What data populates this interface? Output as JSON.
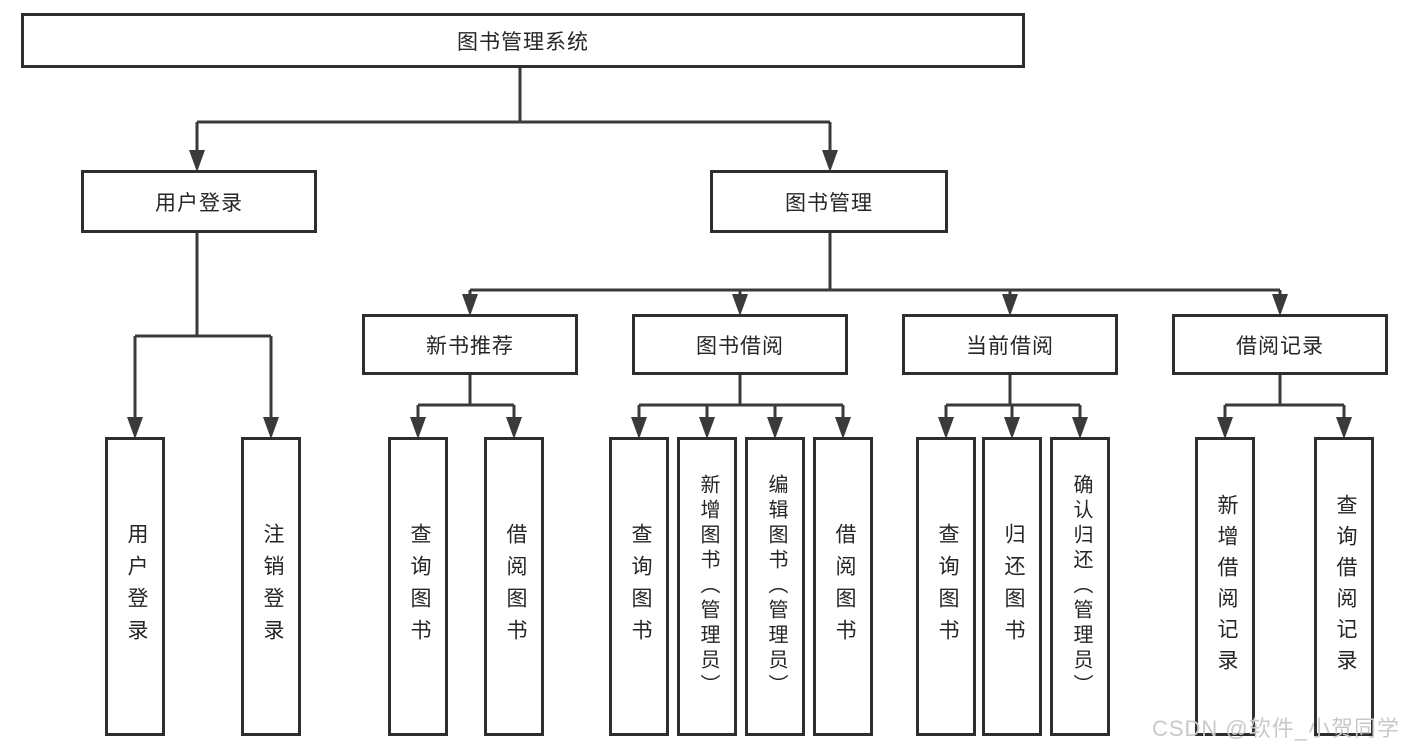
{
  "diagram": {
    "root": {
      "label": "图书管理系统"
    },
    "branches": [
      {
        "label": "用户登录",
        "children": [
          {
            "label": "用户登录"
          },
          {
            "label": "注销登录"
          }
        ]
      },
      {
        "label": "图书管理",
        "children": [
          {
            "label": "新书推荐",
            "children": [
              {
                "label": "查询图书"
              },
              {
                "label": "借阅图书"
              }
            ]
          },
          {
            "label": "图书借阅",
            "children": [
              {
                "label": "查询图书"
              },
              {
                "label": "新增图书（管理员）"
              },
              {
                "label": "编辑图书（管理员）"
              },
              {
                "label": "借阅图书"
              }
            ]
          },
          {
            "label": "当前借阅",
            "children": [
              {
                "label": "查询图书"
              },
              {
                "label": "归还图书"
              },
              {
                "label": "确认归还（管理员）"
              }
            ]
          },
          {
            "label": "借阅记录",
            "children": [
              {
                "label": "新增借阅记录"
              },
              {
                "label": "查询借阅记录"
              }
            ]
          }
        ]
      }
    ],
    "watermark": "CSDN @软件_小贺同学",
    "colors": {
      "line": "#3a3a3a",
      "box_border": "#2e2e2e",
      "text": "#262626",
      "watermark": "#c9c9c9",
      "background": "#ffffff"
    }
  }
}
